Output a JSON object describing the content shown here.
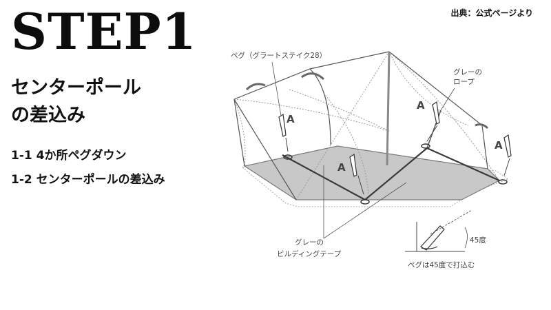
{
  "header": {
    "source": "出典：公式ページより",
    "title": "STEP1",
    "subtitle_line1": "センターポール",
    "subtitle_line2": "の差込み"
  },
  "steps": [
    "1-1 4か所ペグダウン",
    "1-2 センターポールの差込み"
  ],
  "diagram": {
    "peg_label": "ペグ（グラートステイク28）",
    "rope_label_1": "グレーの",
    "rope_label_2": "ロープ",
    "tape_label_1": "グレーの",
    "tape_label_2": "ビルディングテープ",
    "angle_label": "45度",
    "peg_angle_note": "ペグは45度で打込む",
    "peg_marker": "A"
  }
}
